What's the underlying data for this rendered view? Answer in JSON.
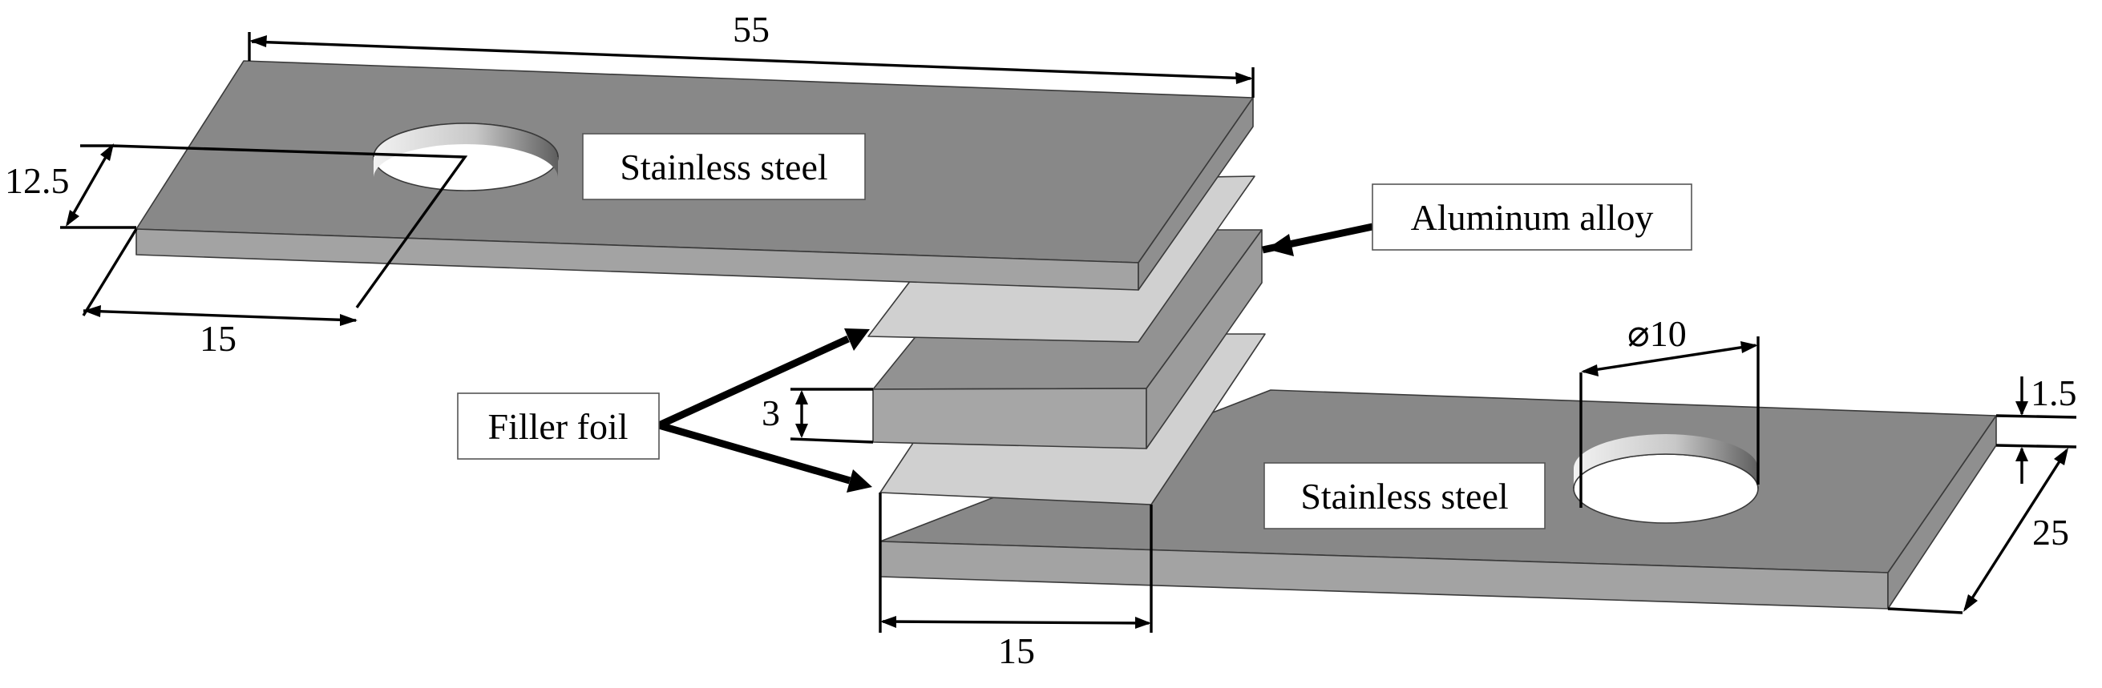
{
  "labels": {
    "top_plate": "Stainless steel",
    "bottom_plate": "Stainless steel",
    "aluminum": "Aluminum alloy",
    "filler": "Filler foil"
  },
  "dimensions": {
    "plate_length": "55",
    "overlap_width": "12.5",
    "overlap_length_top": "15",
    "block_thickness": "3",
    "hole_diameter": "⌀10",
    "plate_thickness": "1.5",
    "plate_width": "25",
    "overlap_length_bottom": "15"
  },
  "colors": {
    "steel_top": "#888888",
    "steel_side": "#a3a3a3",
    "aluminum_top": "#929292",
    "aluminum_side": "#a6a6a6",
    "foil": "#d0d0d0"
  }
}
